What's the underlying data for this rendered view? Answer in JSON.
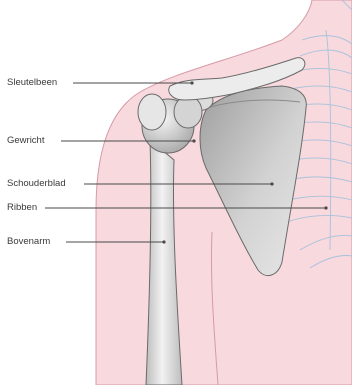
{
  "labels": {
    "sleutelbeen": "Sleutelbeen",
    "gewricht": "Gewricht",
    "schouderblad": "Schouderblad",
    "ribben": "Ribben",
    "bovenarm": "Bovenarm"
  },
  "colors": {
    "skin": "#f7d9de",
    "skin_outline": "#d79aa6",
    "bone": "#e4e4e4",
    "bone_shadow": "#a9a9a9",
    "bone_outline": "#6a6a6a",
    "rib_lines": "#a8c2dc",
    "leader_line": "#4a4a4a",
    "label_text": "#3a3a3a"
  }
}
